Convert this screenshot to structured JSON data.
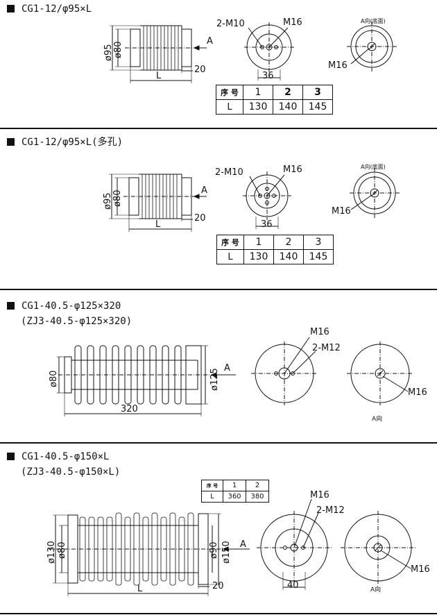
{
  "sections": [
    {
      "title": "CG1-12/φ95×L",
      "subtitle": "",
      "dims": {
        "outer": "ø95",
        "inner": "ø80",
        "length": "L",
        "flange": "20",
        "arrow": "A"
      },
      "front": {
        "holes": "2-M10",
        "center": "M16",
        "spacing": "36"
      },
      "view": {
        "label": "A向(底面)",
        "center": "M16"
      },
      "table": {
        "header": "序 号",
        "cols": [
          "1",
          "2",
          "3"
        ],
        "row_label": "L",
        "values": [
          "130",
          "140",
          "145"
        ]
      }
    },
    {
      "title": "CG1-12/φ95×L(多孔)",
      "subtitle": "",
      "dims": {
        "outer": "ø95",
        "inner": "ø80",
        "length": "L",
        "flange": "20",
        "arrow": "A"
      },
      "front": {
        "holes": "2-M10",
        "center": "M16",
        "spacing": "36"
      },
      "view": {
        "label": "A向(底面)",
        "center": "M16"
      },
      "table": {
        "header": "序 号",
        "cols": [
          "1",
          "2",
          "3"
        ],
        "row_label": "L",
        "values": [
          "130",
          "140",
          "145"
        ]
      }
    },
    {
      "title": "CG1-40.5-φ125×320",
      "subtitle": "(ZJ3-40.5-φ125×320)",
      "dims": {
        "outer": "ø125",
        "inner": "ø80",
        "length": "320",
        "arrow": "A"
      },
      "front": {
        "holes": "2-M12",
        "center": "M16"
      },
      "view": {
        "label": "A向",
        "center": "M16"
      }
    },
    {
      "title": "CG1-40.5-φ150×L",
      "subtitle": "(ZJ3-40.5-φ150×L)",
      "dims": {
        "outer": "ø130",
        "inner": "ø80",
        "right_outer": "ø150",
        "right_inner": "ø90",
        "length": "L",
        "flange": "20",
        "arrow": "A"
      },
      "front": {
        "holes": "2-M12",
        "center": "M16",
        "spacing": "40"
      },
      "view": {
        "label": "A向",
        "center": "M16"
      },
      "table": {
        "header": "序 号",
        "cols": [
          "1",
          "2"
        ],
        "row_label": "L",
        "values": [
          "360",
          "380"
        ]
      }
    }
  ]
}
